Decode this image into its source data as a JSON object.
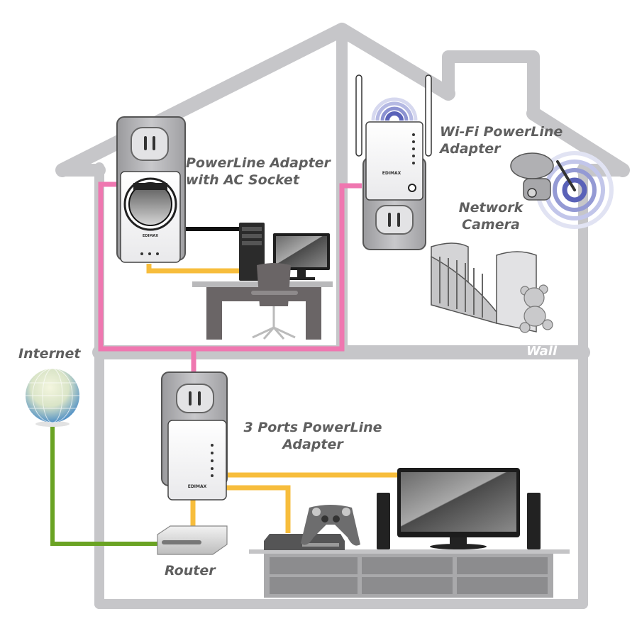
{
  "diagram": {
    "type": "home powerline network diagram",
    "colors": {
      "house_wall": "#c6c6c9",
      "powerline_cable": "#ef77b0",
      "ethernet_cable": "#f7bd3c",
      "internet_cable": "#6aa323",
      "pc_cable": "#111111",
      "label_text": "#5f5f5f",
      "wifi_signal": "#5a62b8"
    },
    "labels": {
      "powerline_adapter_ac_line1": "PowerLine Adapter",
      "powerline_adapter_ac_line2": "with AC Socket",
      "wifi_adapter_line1": "Wi-Fi PowerLine",
      "wifi_adapter_line2": "Adapter",
      "camera_line1": "Network",
      "camera_line2": "Camera",
      "internet": "Internet",
      "wall": "Wall",
      "three_port_line1": "3 Ports PowerLine",
      "three_port_line2": "Adapter",
      "router": "Router"
    },
    "device_brand": "EDIMAX",
    "nodes": [
      {
        "id": "powerline-ac",
        "label": "PowerLine Adapter with AC Socket",
        "room": "upper-left"
      },
      {
        "id": "desktop-pc",
        "label": "Desktop PC",
        "room": "upper-left"
      },
      {
        "id": "wifi-powerline",
        "label": "Wi-Fi PowerLine Adapter",
        "room": "upper-right"
      },
      {
        "id": "network-camera",
        "label": "Network Camera",
        "room": "upper-right"
      },
      {
        "id": "crib",
        "label": "Crib",
        "room": "upper-right"
      },
      {
        "id": "three-port-powerline",
        "label": "3 Ports PowerLine Adapter",
        "room": "ground"
      },
      {
        "id": "router",
        "label": "Router",
        "room": "ground"
      },
      {
        "id": "internet",
        "label": "Internet",
        "room": "outside"
      },
      {
        "id": "game-console",
        "label": "Game Console",
        "room": "ground"
      },
      {
        "id": "tv",
        "label": "TV",
        "room": "ground"
      }
    ],
    "edges": [
      {
        "from": "powerline-ac",
        "to": "three-port-powerline",
        "medium": "powerline"
      },
      {
        "from": "wifi-powerline",
        "to": "three-port-powerline",
        "medium": "powerline"
      },
      {
        "from": "powerline-ac",
        "to": "desktop-pc",
        "medium": "ethernet"
      },
      {
        "from": "three-port-powerline",
        "to": "router",
        "medium": "ethernet"
      },
      {
        "from": "three-port-powerline",
        "to": "game-console",
        "medium": "ethernet"
      },
      {
        "from": "three-port-powerline",
        "to": "tv",
        "medium": "ethernet"
      },
      {
        "from": "router",
        "to": "internet",
        "medium": "internet"
      },
      {
        "from": "wifi-powerline",
        "to": "network-camera",
        "medium": "wifi"
      }
    ]
  }
}
